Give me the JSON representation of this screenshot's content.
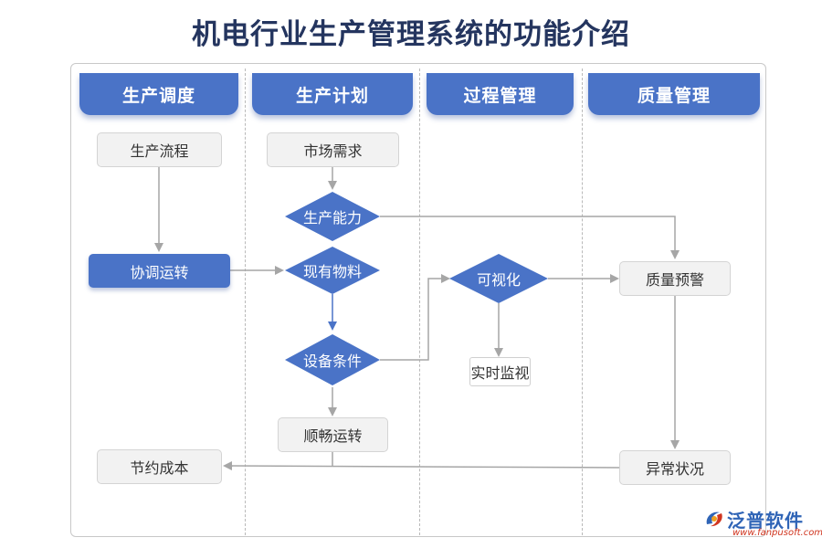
{
  "title": "机电行业生产管理系统的功能介绍",
  "lanes": [
    "生产调度",
    "生产计划",
    "过程管理",
    "质量管理"
  ],
  "nodes": {
    "production_flow": "生产流程",
    "coordinated_operation": "协调运转",
    "cost_saving": "节约成本",
    "market_demand": "市场需求",
    "production_capacity": "生产能力",
    "existing_materials": "现有物料",
    "equipment_conditions": "设备条件",
    "smooth_operation": "顺畅运转",
    "visualization": "可视化",
    "realtime_monitoring": "实时监视",
    "quality_warning": "质量预警",
    "abnormal_status": "异常状况"
  },
  "logo": {
    "name": "泛普软件",
    "url": "www.fanpusoft.com"
  },
  "colors": {
    "accent": "#4a73c7",
    "title": "#24355f",
    "box_fill": "#f2f2f2",
    "connector": "#a6a6a6",
    "logo_blue": "#2f64b6",
    "logo_red": "#d0351f"
  }
}
